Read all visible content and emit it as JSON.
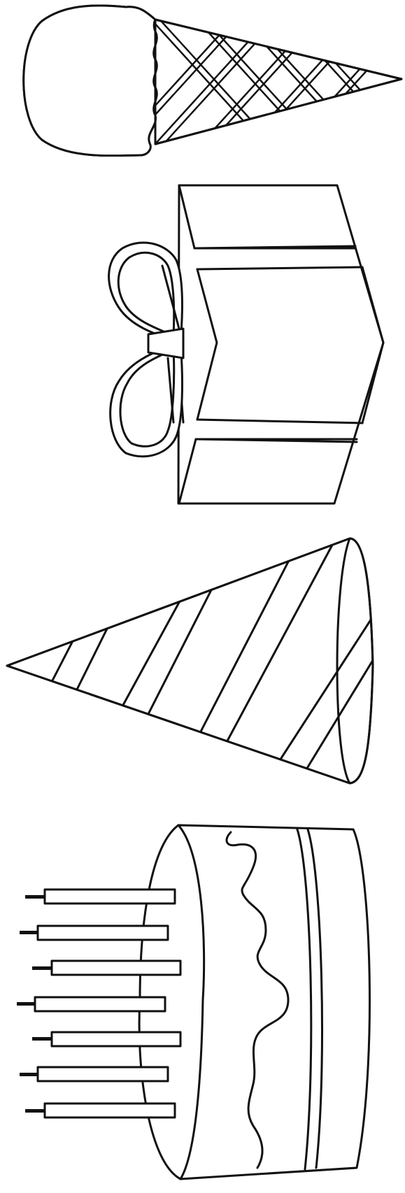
{
  "page": {
    "background": "#ffffff",
    "ink_color": "#111111",
    "figures": [
      {
        "id": "ice-cream-cone",
        "icon": "ice-cream-cone-icon"
      },
      {
        "id": "gift-box",
        "icon": "gift-box-icon"
      },
      {
        "id": "party-hat",
        "icon": "party-hat-icon"
      },
      {
        "id": "birthday-cake",
        "icon": "birthday-cake-icon",
        "candles": 7
      }
    ]
  }
}
